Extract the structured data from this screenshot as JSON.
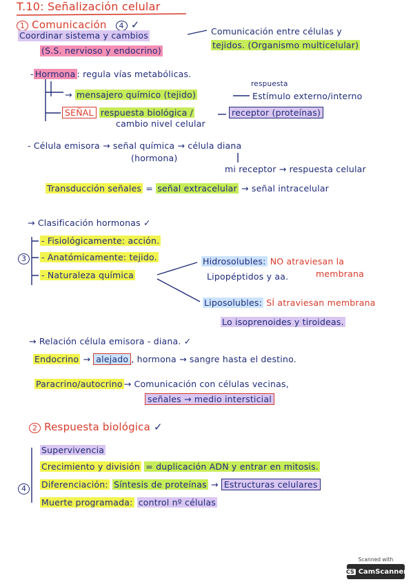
{
  "title": "T.10: Señalización celular",
  "section1": {
    "num": "1",
    "label": "Comunicación",
    "mark": "4"
  },
  "check": "✓",
  "lines": {
    "coord": "Coordinar sistema y cambios",
    "comm": "Comunicación entre células y",
    "sistemas": "(S.S. nervioso y endocrino)",
    "tejidos": "tejidos. (Organismo multicelular)",
    "hormona_k": "Hormona",
    "hormona_v": ": regula vías metabólicas.",
    "respuesta": "respuesta",
    "mensajero": "mensajero químico (tejido)",
    "estimulo": "Estímulo externo/interno",
    "senal": "SEÑAL",
    "respuesta_bio": "respuesta biológica /",
    "cambio": "cambio nivel celular",
    "receptor": "receptor (proteínas)",
    "emisora": "- Célula emisora → señal química → célula diana",
    "hormona_par": "(hormona)",
    "mi_receptor": "mi receptor → respuesta celular",
    "transd_k": "Transducción señales",
    "transd_eq": "=",
    "transd_v1": "señal extracelular",
    "transd_v2": "→ señal intracelular"
  },
  "clasif": {
    "head": "→ Clasificación hormonas",
    "num": "3",
    "items": [
      "- Fisiológicamente: acción.",
      "- Anatómicamente: tejido.",
      "- Naturaleza química"
    ],
    "hidro_k": "Hidrosolubles:",
    "hidro_no": "NO atraviesan la",
    "membrana": "membrana",
    "lipopep": "Lipopéptidos y aa.",
    "lipo_k": "Liposolubles:",
    "lipo_si": "SÍ",
    "lipo_v": "atraviesan membrana",
    "isopren": "Lo isoprenoides y tiroideas."
  },
  "relacion": {
    "head": "→ Relación célula emisora - diana.",
    "endo_k": "Endocrino",
    "alejado": "alejado",
    "endo_v": ", hormona → sangre hasta el destino.",
    "para_k": "Paracrino/autocrino",
    "para_v": "→ Comunicación con células vecinas,",
    "senales": "señales → medio intersticial"
  },
  "section2": {
    "num": "2",
    "label": "Respuesta biológica",
    "side": "4",
    "items": [
      "Supervivencia",
      "Crecimiento y división",
      "Diferenciación:",
      "Muerte programada:"
    ],
    "crec_v": "= duplicación ADN y entrar en mitosis.",
    "dif_v": "Síntesis de proteínas",
    "dif_r": "Estructuras celulares",
    "muerte_v": "control nº células"
  },
  "stamp": {
    "top": "Scanned with",
    "brand": "CamScanner",
    "logo": "CS"
  }
}
